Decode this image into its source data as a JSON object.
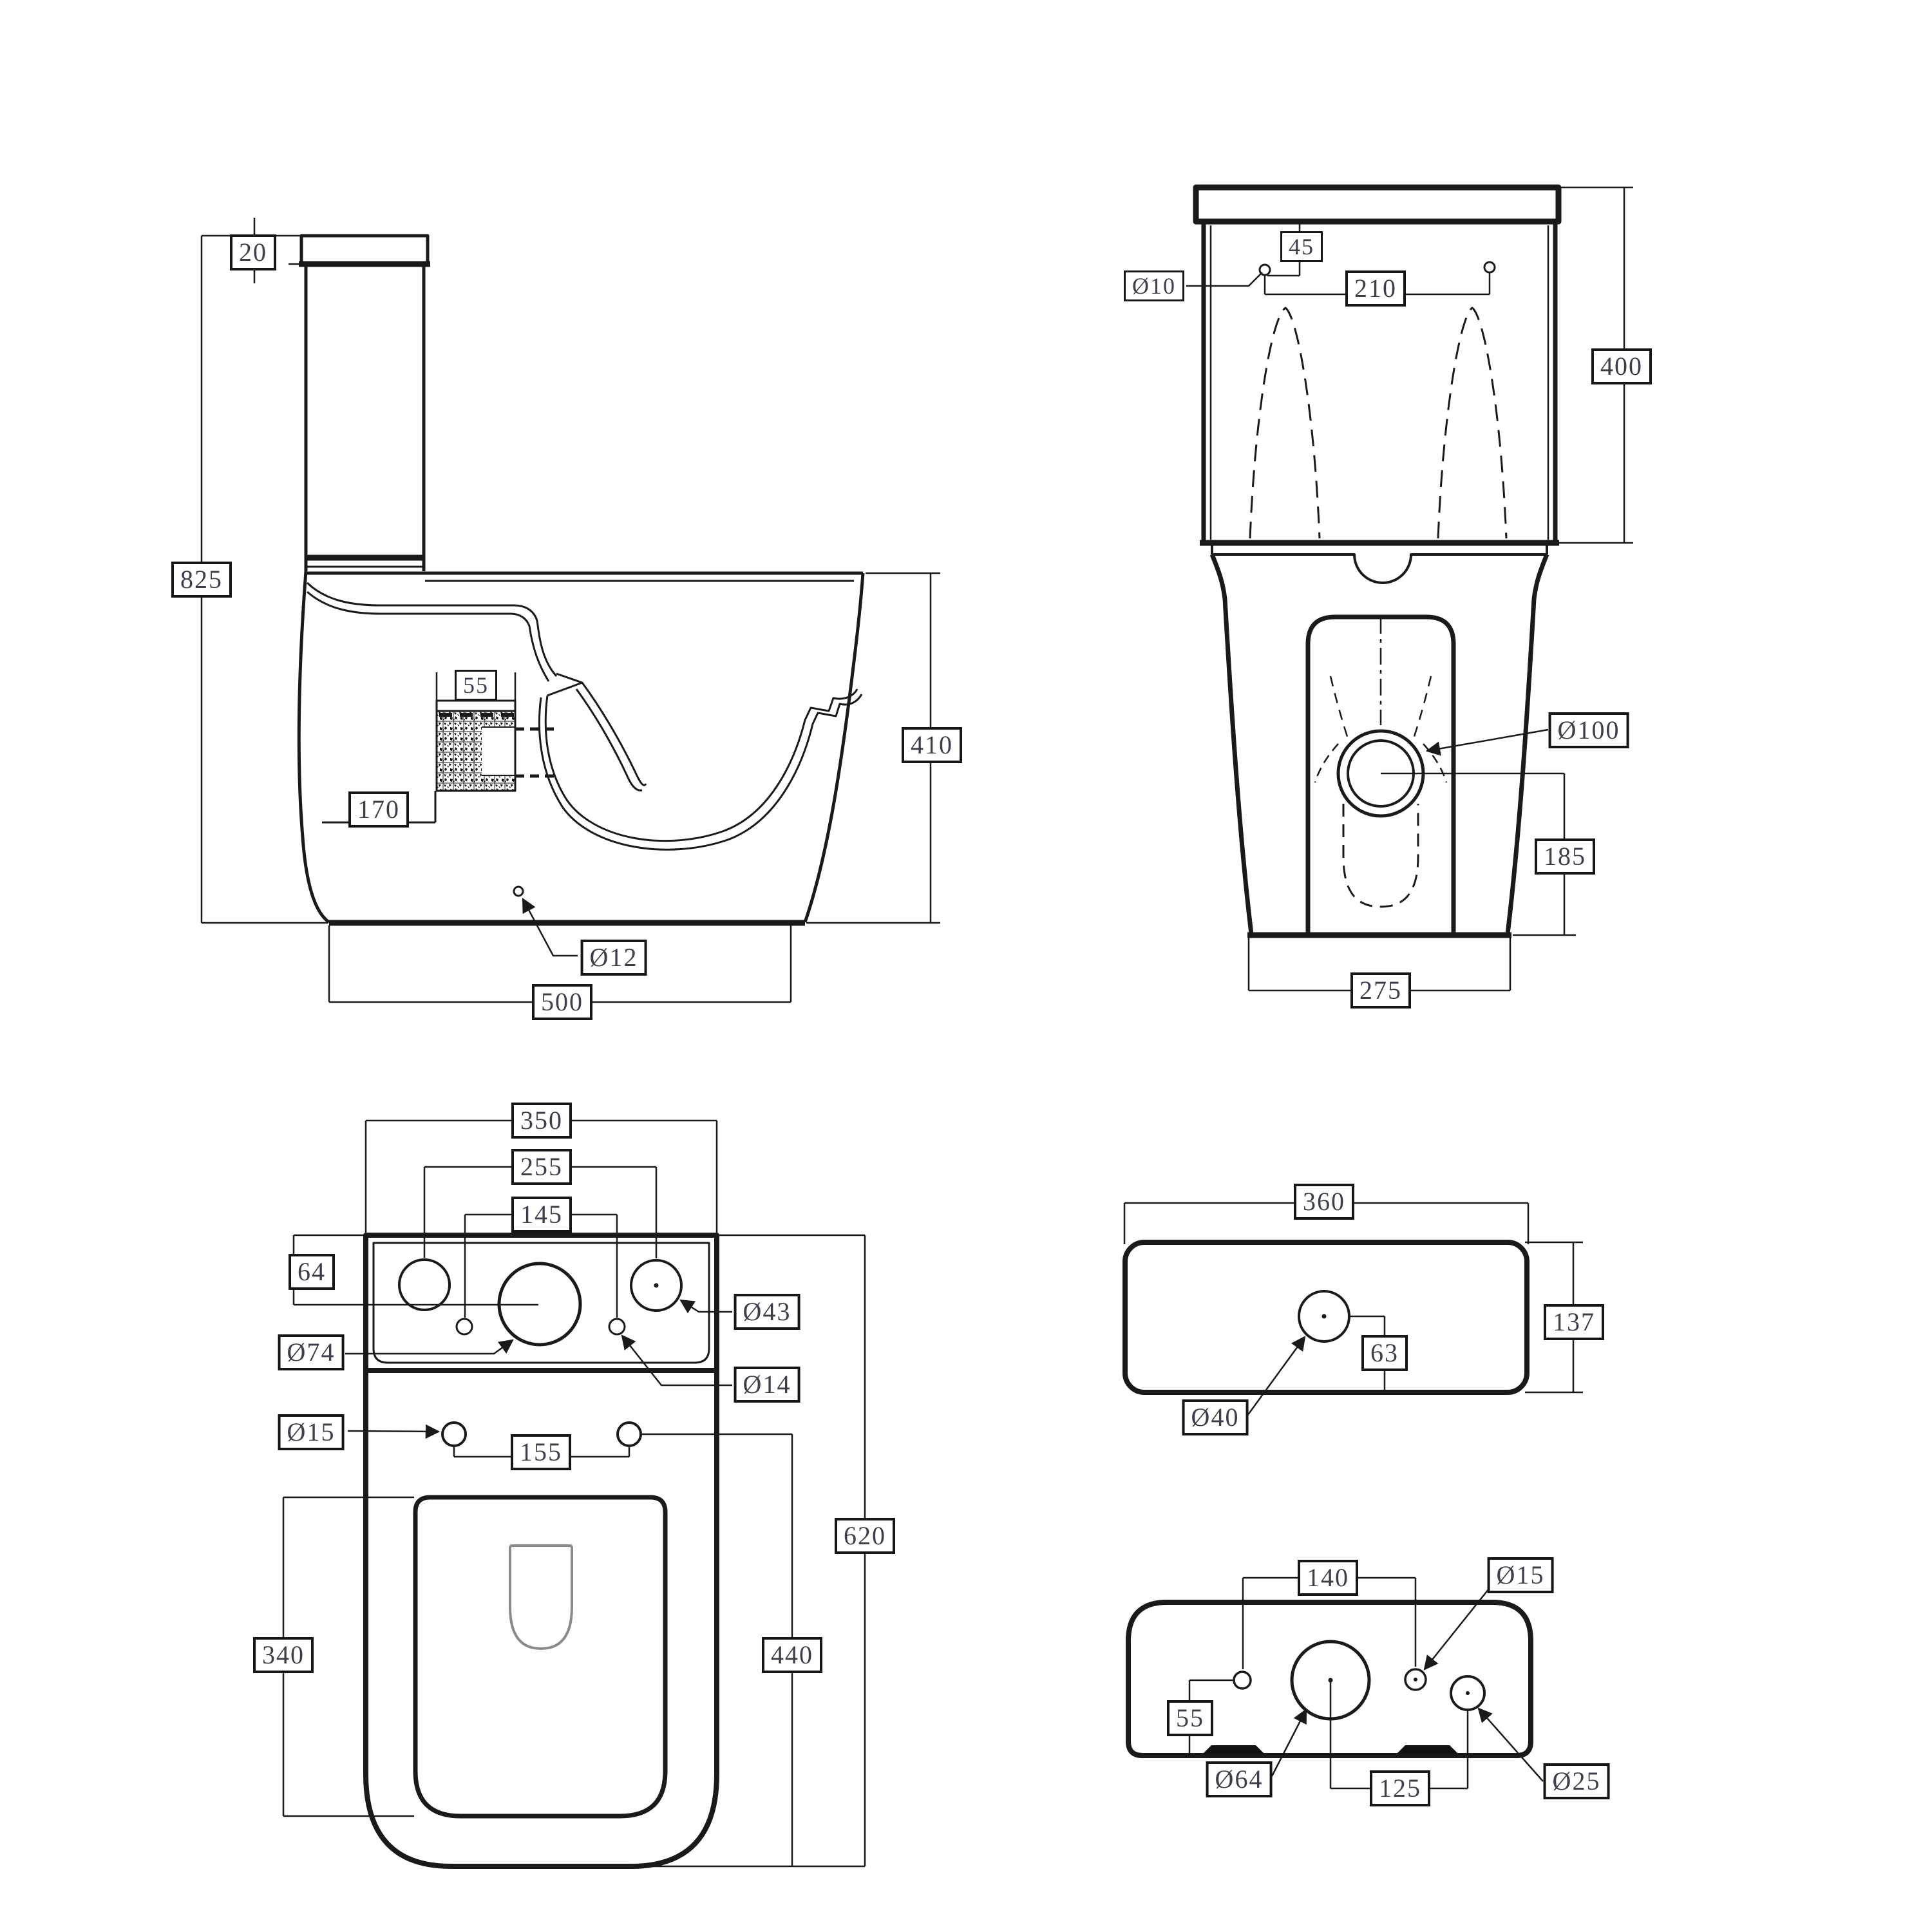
{
  "page": {
    "background": "#ffffff",
    "line_color": "#1a1a1a",
    "secondary_line_color": "#8a8a8a",
    "label_text_color": "#3e3e4a"
  },
  "views": {
    "side": {
      "dims": {
        "lid_thickness": "20",
        "overall_height": "825",
        "trap_offset": "55",
        "trap_height": "170",
        "bowl_height": "410",
        "fixing_hole_dia": "Ø12",
        "overall_depth": "500"
      }
    },
    "front": {
      "dims": {
        "lid_hole_offset": "45",
        "lid_hole_dia": "Ø10",
        "hole_spacing": "210",
        "tank_height": "400",
        "outlet_dia": "Ø100",
        "outlet_height": "185",
        "base_width": "275"
      }
    },
    "plan": {
      "dims": {
        "tank_width": "350",
        "outer_hole_spacing": "255",
        "inner_hole_spacing": "145",
        "hole_row_offset": "64",
        "side_hole_dia": "Ø43",
        "center_hole_dia": "Ø74",
        "small_hole_dia": "Ø14",
        "seat_bolt_dia": "Ø15",
        "seat_bolt_spacing": "155",
        "seat_length": "340",
        "bowl_length": "440",
        "overall_length": "620"
      }
    },
    "lid_top": {
      "dims": {
        "width": "360",
        "depth": "137",
        "button_offset": "63",
        "button_hole_dia": "Ø40"
      }
    },
    "back": {
      "dims": {
        "upper_hole_spacing": "140",
        "inlet_hole_dia": "Ø15",
        "side_hole_offset": "55",
        "flush_valve_dia": "Ø64",
        "lower_hole_spacing": "125",
        "supply_hole_dia": "Ø25"
      }
    }
  }
}
